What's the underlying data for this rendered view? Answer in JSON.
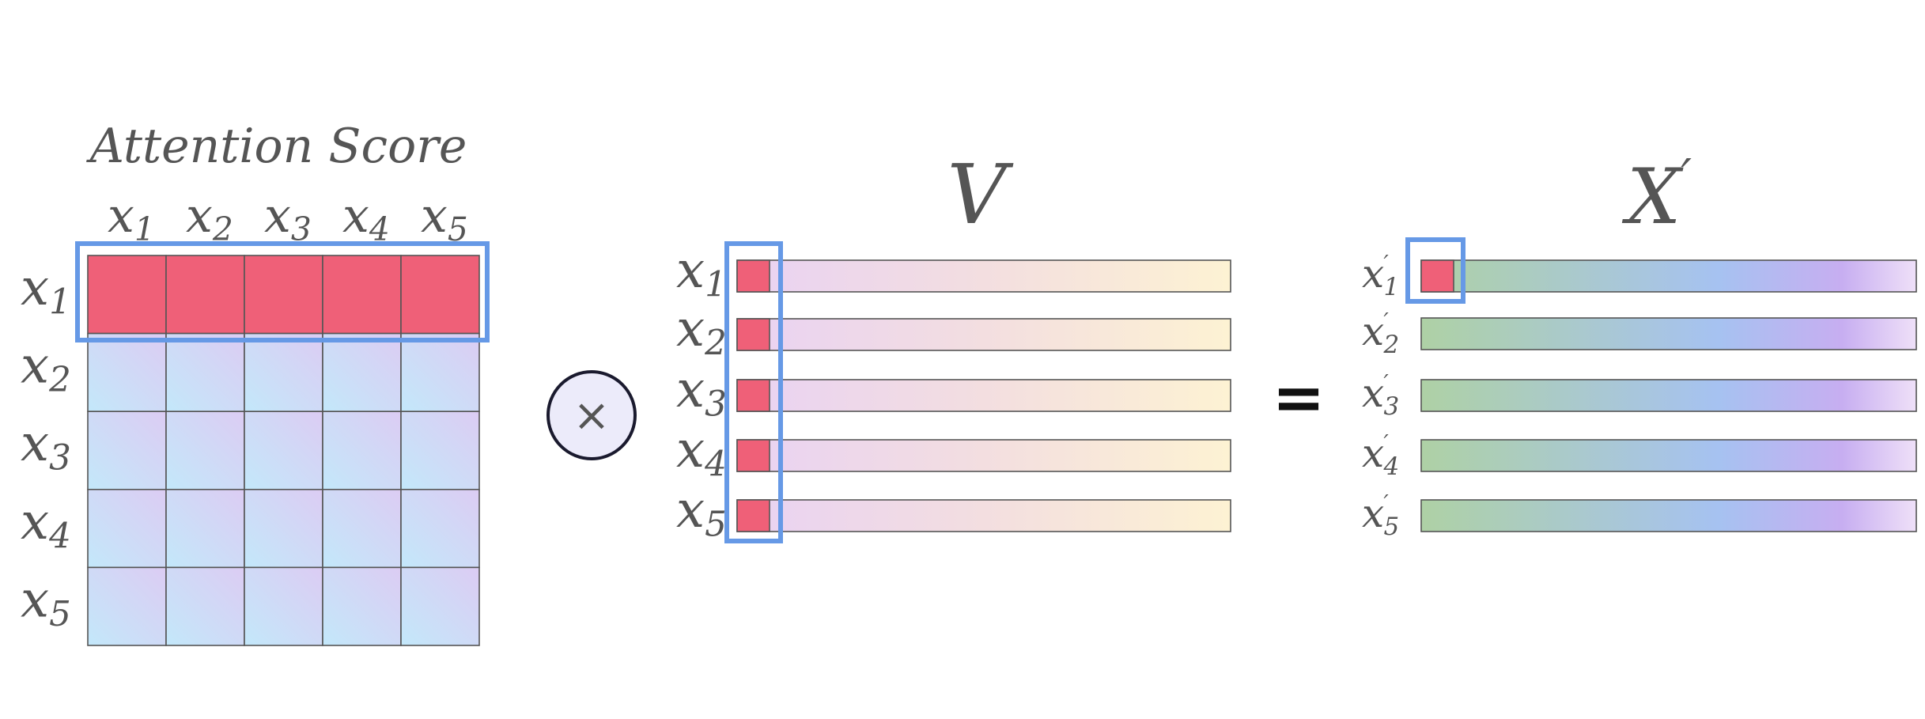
{
  "attention_score": {
    "title": "Attention Score",
    "col_labels": [
      {
        "base": "x",
        "sub": "1"
      },
      {
        "base": "x",
        "sub": "2"
      },
      {
        "base": "x",
        "sub": "3"
      },
      {
        "base": "x",
        "sub": "4"
      },
      {
        "base": "x",
        "sub": "5"
      }
    ],
    "row_labels": [
      {
        "base": "x",
        "sub": "1"
      },
      {
        "base": "x",
        "sub": "2"
      },
      {
        "base": "x",
        "sub": "3"
      },
      {
        "base": "x",
        "sub": "4"
      },
      {
        "base": "x",
        "sub": "5"
      }
    ],
    "highlighted_row": 1
  },
  "operator_multiply": "×",
  "v_matrix": {
    "title": "V",
    "row_labels": [
      {
        "base": "x",
        "sub": "1"
      },
      {
        "base": "x",
        "sub": "2"
      },
      {
        "base": "x",
        "sub": "3"
      },
      {
        "base": "x",
        "sub": "4"
      },
      {
        "base": "x",
        "sub": "5"
      }
    ],
    "highlighted_column": 1
  },
  "operator_equals": "=",
  "x_prime_matrix": {
    "title": {
      "base": "X",
      "prime": "′"
    },
    "row_labels": [
      {
        "base": "x",
        "prime": "′",
        "sub": "1"
      },
      {
        "base": "x",
        "prime": "′",
        "sub": "2"
      },
      {
        "base": "x",
        "prime": "′",
        "sub": "3"
      },
      {
        "base": "x",
        "prime": "′",
        "sub": "4"
      },
      {
        "base": "x",
        "prime": "′",
        "sub": "5"
      }
    ],
    "highlighted_cell": 1
  },
  "colors": {
    "highlight_fill": "#EF6078",
    "selection_stroke": "#6699E6",
    "grid_stroke": "#555555",
    "label_text": "#555555",
    "attention_cell_start": "#C3E8FA",
    "attention_cell_end": "#DCCCF3",
    "v_bar_start": "#E9D2F3",
    "v_bar_mid": "#F3DEE0",
    "v_bar_end": "#FDF2D3",
    "xp_bar_start": "#AED1A5",
    "xp_bar_mid": "#A6C2F1",
    "xp_bar_violet": "#C7AEF1",
    "xp_bar_end": "#EFE0F8",
    "circle_fill": "#ECEBFA",
    "circle_stroke": "#1A1A2E"
  }
}
